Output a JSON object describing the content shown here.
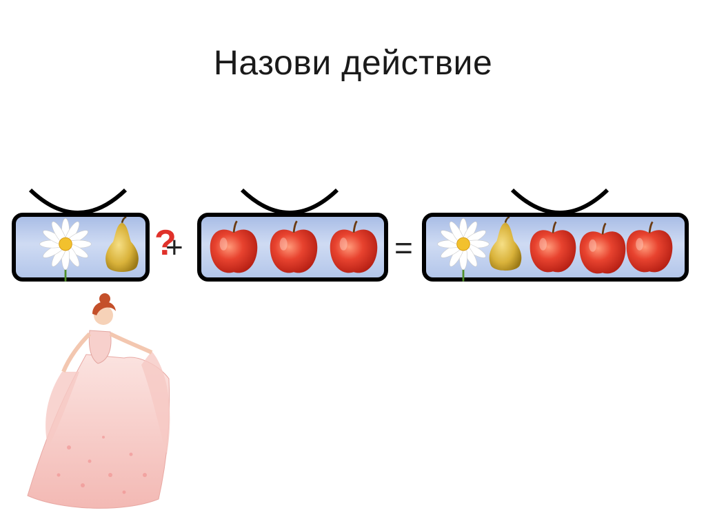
{
  "slide": {
    "title": "Назови действие"
  },
  "equation": {
    "plus_sign": "+",
    "equals_sign": "=",
    "unknown_mark": "?",
    "group1": [
      "daisy",
      "pear"
    ],
    "group2": [
      "apple",
      "apple",
      "apple"
    ],
    "result": [
      "daisy",
      "pear",
      "apple",
      "apple",
      "apple"
    ]
  },
  "colors": {
    "box_fill": "#cfdbf3",
    "box_border": "#000000",
    "question_mark": "#e0312a"
  }
}
